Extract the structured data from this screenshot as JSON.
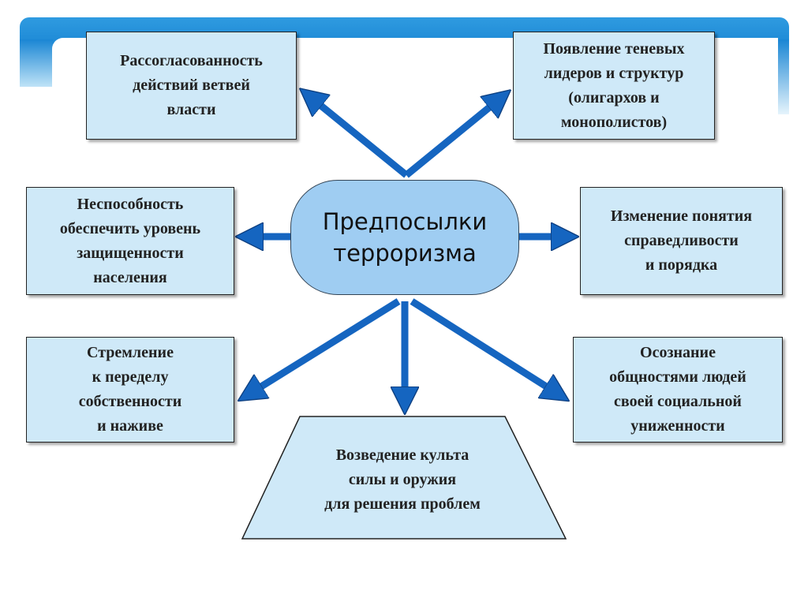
{
  "center": {
    "label": "Предпосылки\nтерроризма"
  },
  "boxes": {
    "top_left": "Рассогласованность\nдействий ветвей\nвласти",
    "top_right": "Появление теневых\nлидеров и структур\n(олигархов и\nмонополистов)",
    "mid_left": "Неспособность\nобеспечить уровень\nзащищенности\nнаселения",
    "mid_right": "Изменение понятия\nсправедливости\nи порядка",
    "low_left": "Стремление\nк переделу\nсобственности\nи наживе",
    "low_right": "Осознание\nобщностями людей\nсвоей социальной\nуниженности",
    "bottom": "Возведение культа\nсилы и оружия\nдля решения проблем"
  },
  "colors": {
    "arrow": "#1565c0",
    "box_fill": "#cfe9f8",
    "center_fill": "#9fcdf2",
    "banner": "#1a86d4"
  }
}
